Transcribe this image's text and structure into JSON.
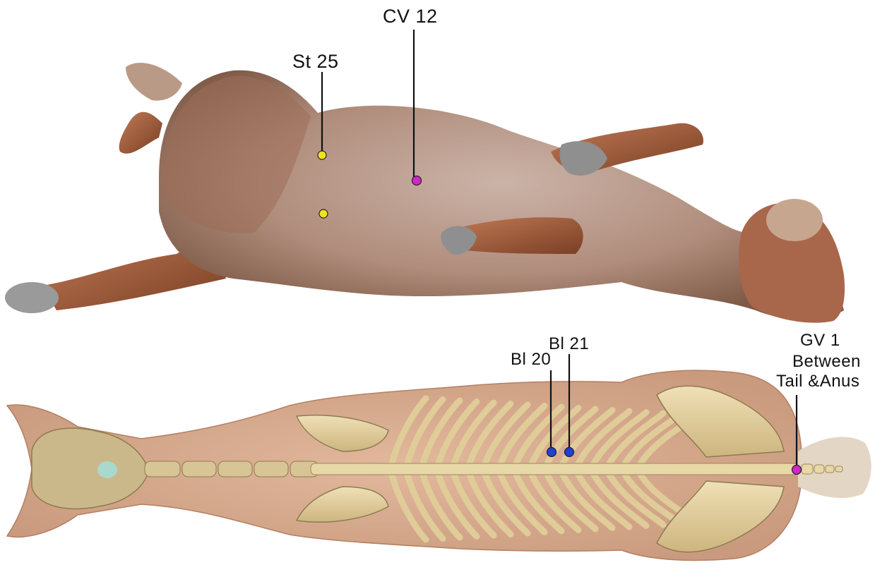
{
  "title": "",
  "palette": {
    "point_yellow": "#f2e21c",
    "point_magenta": "#d426c8",
    "point_blue": "#1f3fd6",
    "leader_line": "#111111",
    "coat": "#b98d74",
    "skin_overlay": "#d7ab8d",
    "bone": "#e2cf9b"
  },
  "panels": [
    {
      "name": "horse-photo-ventral",
      "description_icon": "horse-lying-on-back-image"
    },
    {
      "name": "horse-skeleton-dorsal",
      "description_icon": "horse-skeleton-illustration"
    }
  ],
  "points": [
    {
      "id": "st25",
      "label": "St 25",
      "color": "point_yellow",
      "panel": "horse-photo-ventral",
      "count": 2
    },
    {
      "id": "cv12",
      "label": "CV 12",
      "color": "point_magenta",
      "panel": "horse-photo-ventral",
      "count": 1
    },
    {
      "id": "bl20",
      "label": "Bl 20",
      "color": "point_blue",
      "panel": "horse-skeleton-dorsal",
      "count": 1
    },
    {
      "id": "bl21",
      "label": "Bl 21",
      "color": "point_blue",
      "panel": "horse-skeleton-dorsal",
      "count": 1
    },
    {
      "id": "gv1",
      "label_lines": [
        "GV 1",
        "Between",
        "Tail &Anus"
      ],
      "color": "point_magenta",
      "panel": "horse-skeleton-dorsal",
      "count": 1
    }
  ]
}
